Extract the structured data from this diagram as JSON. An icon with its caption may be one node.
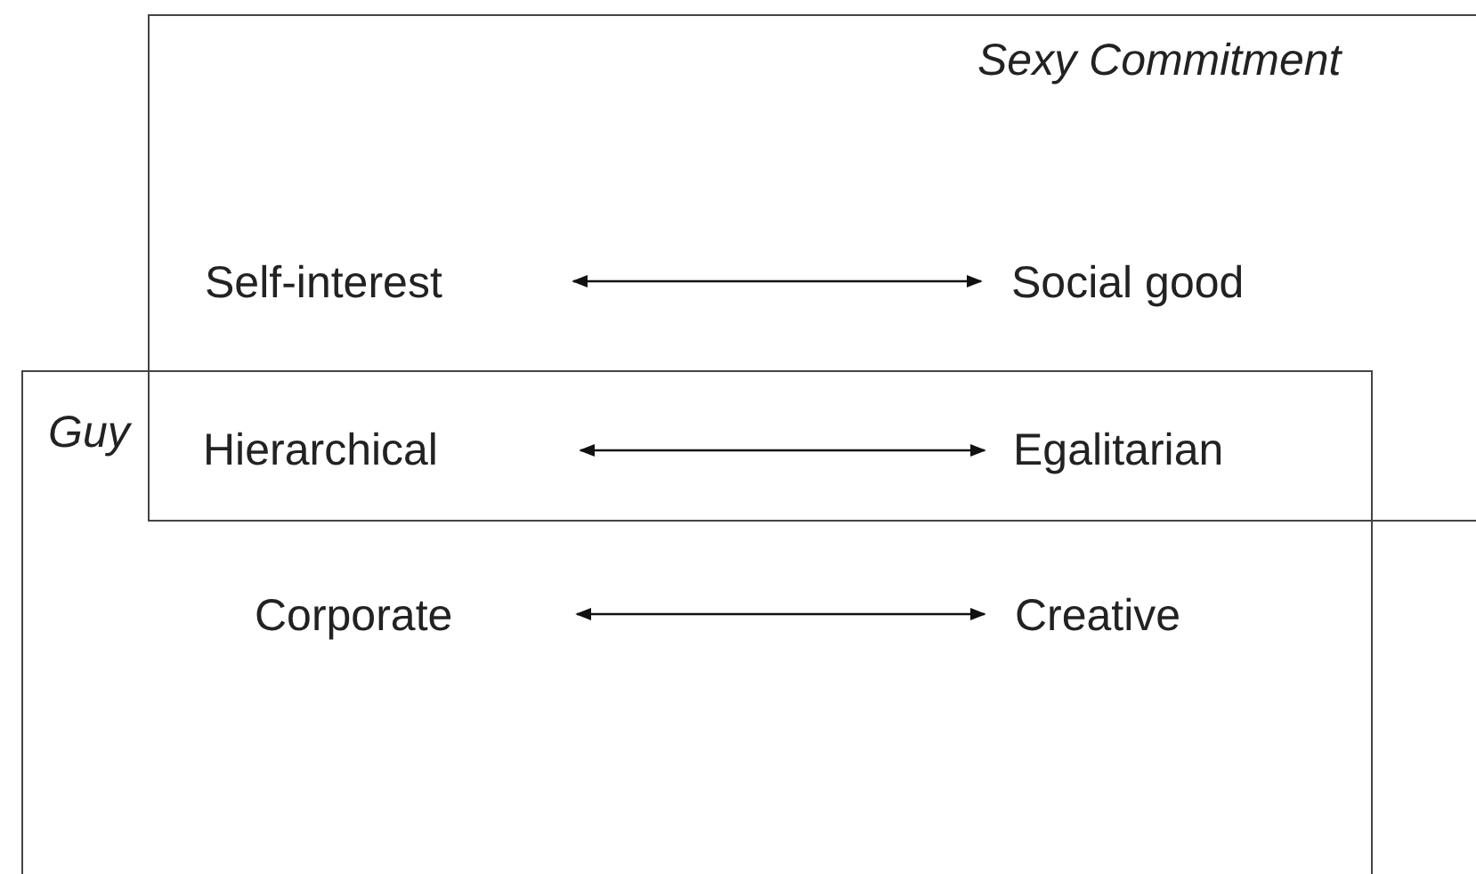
{
  "diagram": {
    "nodes": [
      {
        "text": [
          "Sexy Commitment"
        ]
      },
      {
        "text": [
          "Guy"
        ]
      },
      {
        "text": [
          "Self-interest"
        ],
        "in": 0
      },
      {
        "text": [
          "Social good"
        ],
        "in": 0
      },
      {
        "text": [
          "Hierarchical"
        ]
      },
      {
        "text": [
          "Egalitarian"
        ]
      },
      {
        "text": [
          "Corporate"
        ],
        "in": 1
      },
      {
        "text": [
          "Creative"
        ],
        "in": 1
      }
    ],
    "edges": [
      {
        "from": 2,
        "to": 3,
        "arrow": "both"
      },
      {
        "from": 4,
        "to": 5,
        "arrow": "both"
      },
      {
        "from": 6,
        "to": 7,
        "arrow": "both"
      }
    ]
  }
}
